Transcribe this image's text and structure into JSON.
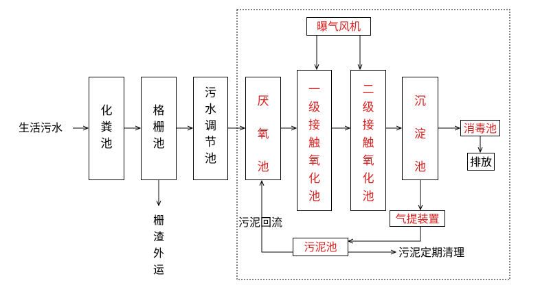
{
  "nodes": {
    "inlet": "生活污水",
    "septic_tank": "化粪池",
    "grille_tank": "格栅池",
    "equalization_tank": "污水调节池",
    "anaerobic_tank": "厌氧池",
    "primary_contact_oxidation": "一级接触氧化池",
    "secondary_contact_oxidation": "二级接触氧化池",
    "sedimentation_tank": "沉淀池",
    "disinfection_tank": "消毒池",
    "discharge": "排放",
    "aeration_blower": "曝气风机",
    "air_lift_device": "气提装置",
    "sludge_tank": "污泥池",
    "grille_residue": "栅渣外运",
    "sludge_return": "污泥回流",
    "sludge_cleanup": "污泥定期清理"
  },
  "colors": {
    "highlight": "#d6201f",
    "line": "#000000",
    "dashed_border": "#000000"
  }
}
